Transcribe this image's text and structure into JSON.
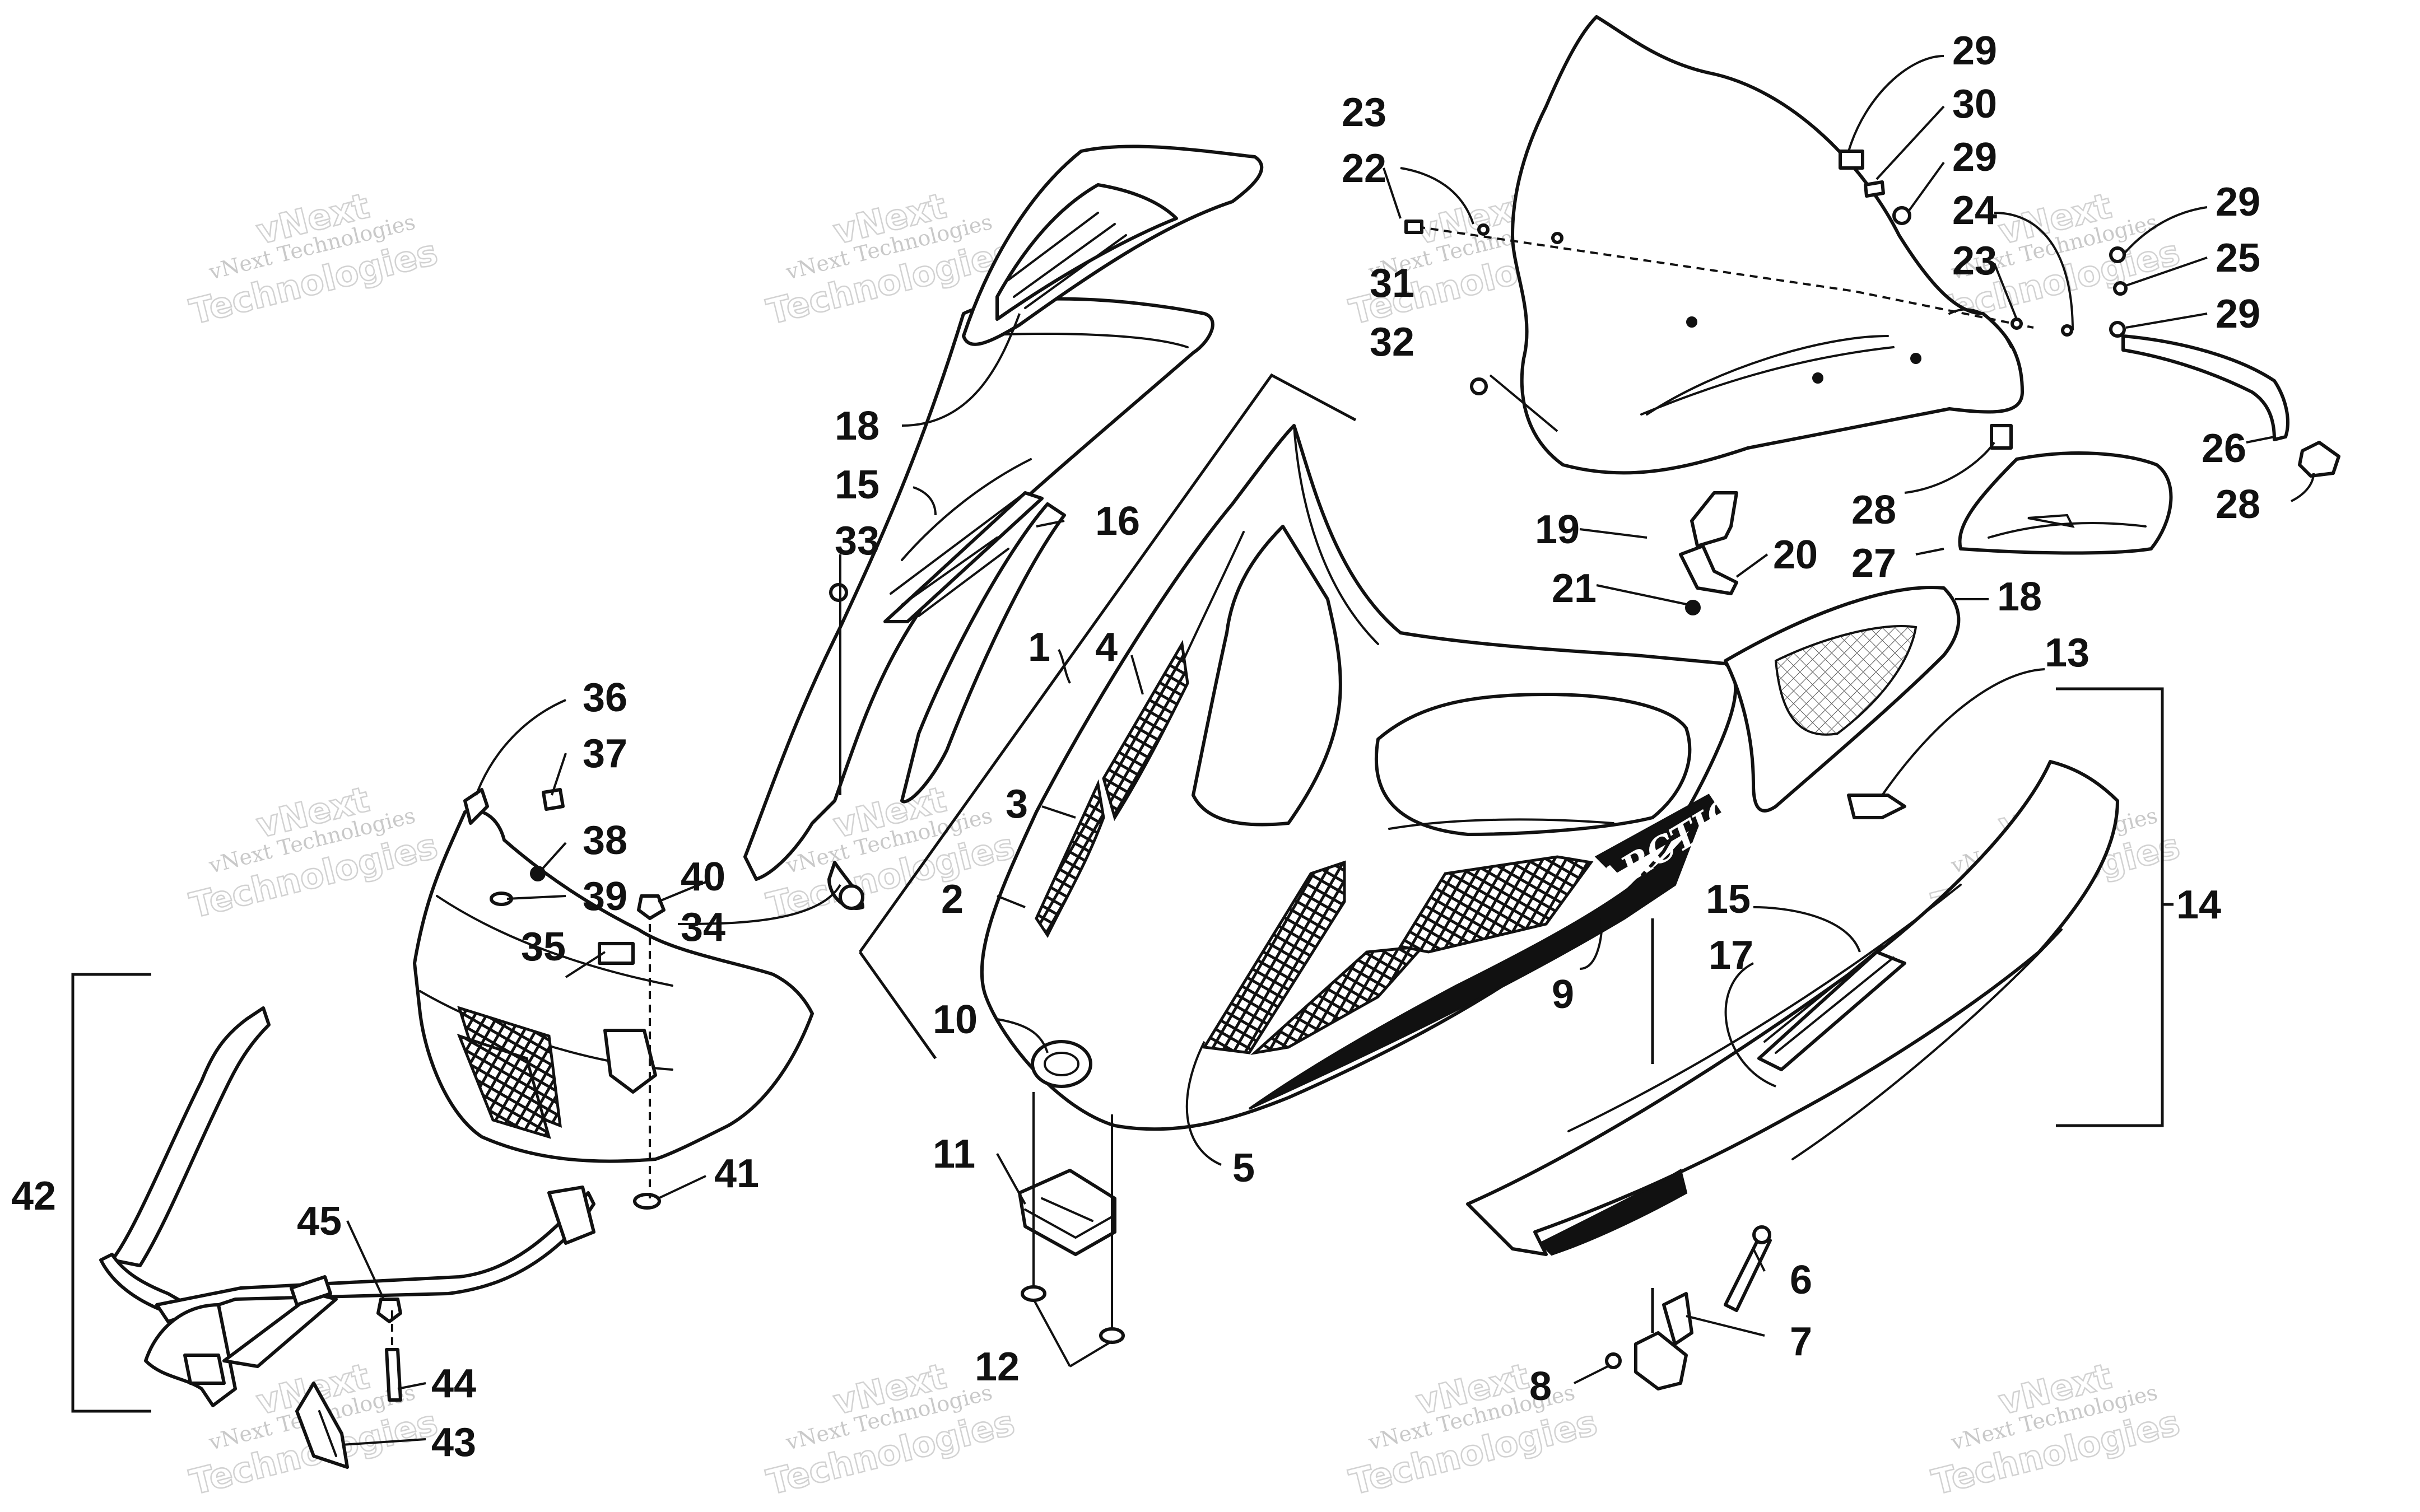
{
  "diagram": {
    "brand_decal": "ARCTIC CAT",
    "watermark": {
      "line1": "vNext Technologies",
      "line2": "Technologies",
      "line3": "vNext"
    },
    "callouts": [
      {
        "id": "c1",
        "label": "1"
      },
      {
        "id": "c2",
        "label": "2"
      },
      {
        "id": "c3",
        "label": "3"
      },
      {
        "id": "c4",
        "label": "4"
      },
      {
        "id": "c5",
        "label": "5"
      },
      {
        "id": "c6",
        "label": "6"
      },
      {
        "id": "c7",
        "label": "7"
      },
      {
        "id": "c8",
        "label": "8"
      },
      {
        "id": "c9",
        "label": "9"
      },
      {
        "id": "c10",
        "label": "10"
      },
      {
        "id": "c11",
        "label": "11"
      },
      {
        "id": "c12",
        "label": "12"
      },
      {
        "id": "c13",
        "label": "13"
      },
      {
        "id": "c14",
        "label": "14"
      },
      {
        "id": "c15a",
        "label": "15"
      },
      {
        "id": "c15b",
        "label": "15"
      },
      {
        "id": "c16",
        "label": "16"
      },
      {
        "id": "c17",
        "label": "17"
      },
      {
        "id": "c18a",
        "label": "18"
      },
      {
        "id": "c18b",
        "label": "18"
      },
      {
        "id": "c19",
        "label": "19"
      },
      {
        "id": "c20",
        "label": "20"
      },
      {
        "id": "c21",
        "label": "21"
      },
      {
        "id": "c22",
        "label": "22"
      },
      {
        "id": "c23a",
        "label": "23"
      },
      {
        "id": "c23b",
        "label": "23"
      },
      {
        "id": "c24",
        "label": "24"
      },
      {
        "id": "c25",
        "label": "25"
      },
      {
        "id": "c26",
        "label": "26"
      },
      {
        "id": "c27",
        "label": "27"
      },
      {
        "id": "c28a",
        "label": "28"
      },
      {
        "id": "c28b",
        "label": "28"
      },
      {
        "id": "c29a",
        "label": "29"
      },
      {
        "id": "c29b",
        "label": "29"
      },
      {
        "id": "c29c",
        "label": "29"
      },
      {
        "id": "c29d",
        "label": "29"
      },
      {
        "id": "c30",
        "label": "30"
      },
      {
        "id": "c31",
        "label": "31"
      },
      {
        "id": "c32",
        "label": "32"
      },
      {
        "id": "c33",
        "label": "33"
      },
      {
        "id": "c34",
        "label": "34"
      },
      {
        "id": "c35",
        "label": "35"
      },
      {
        "id": "c36",
        "label": "36"
      },
      {
        "id": "c37",
        "label": "37"
      },
      {
        "id": "c38",
        "label": "38"
      },
      {
        "id": "c39",
        "label": "39"
      },
      {
        "id": "c40",
        "label": "40"
      },
      {
        "id": "c41",
        "label": "41"
      },
      {
        "id": "c42",
        "label": "42"
      },
      {
        "id": "c43",
        "label": "43"
      },
      {
        "id": "c44",
        "label": "44"
      },
      {
        "id": "c45",
        "label": "45"
      }
    ]
  }
}
